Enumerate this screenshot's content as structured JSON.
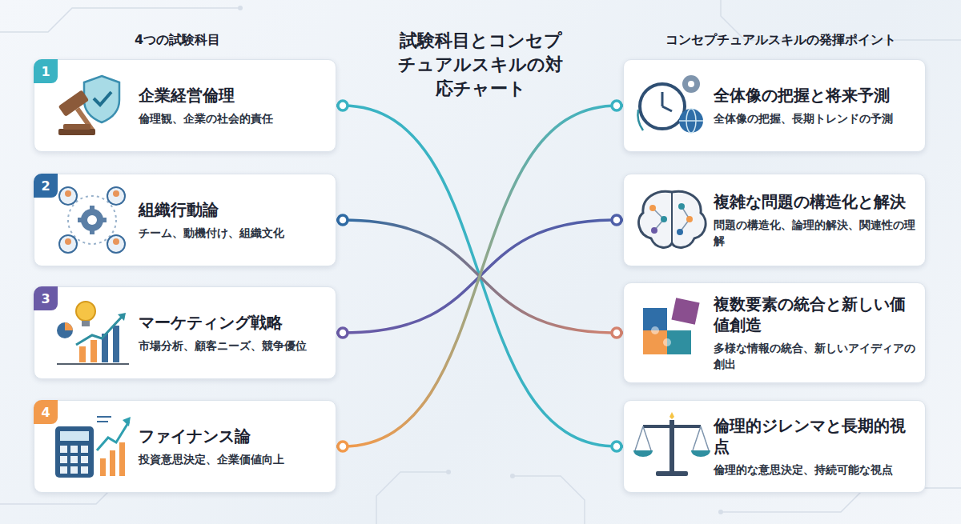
{
  "diagram": {
    "title": "試験科目とコンセプチュアルスキルの対応チャート",
    "nodes": [
      {
        "text": [
          "企業経営倫理",
          "倫理観、企業の社会的責任"
        ]
      },
      {
        "text": [
          "1"
        ],
        "in": 0
      },
      {
        "text": [
          "組織行動論",
          "チーム、動機付け、組織文化"
        ]
      },
      {
        "text": [
          "2"
        ],
        "in": 2
      },
      {
        "text": [
          "マーケティング戦略",
          "市場分析、顧客ニーズ、競争優位"
        ]
      },
      {
        "text": [
          "3"
        ],
        "in": 4
      },
      {
        "text": [
          "ファイナンス論",
          "投資意思決定、企業価値向上"
        ]
      },
      {
        "text": [
          "4"
        ],
        "in": 6
      },
      {
        "text": [
          "全体像の把握と将来予測",
          "全体像の把握、長期トレンドの予測"
        ]
      },
      {
        "text": [
          "複雑な問題の構造化と解決",
          "問題の構造化、論理的解決、関連性の理解"
        ]
      },
      {
        "text": [
          "複数要素の統合と新しい価値創造",
          "多様な情報の統合、新しいアイディアの創出"
        ]
      },
      {
        "text": [
          "倫理的ジレンマと長期的視点",
          "倫理的な意思決定、持続可能な視点"
        ]
      }
    ],
    "edges": [
      {
        "from": 0,
        "to": 11,
        "arrow": "none"
      },
      {
        "from": 2,
        "to": 10,
        "arrow": "none"
      },
      {
        "from": 4,
        "to": 9,
        "arrow": "none"
      },
      {
        "from": 6,
        "to": 8,
        "arrow": "none"
      }
    ],
    "labels": [
      "4つの試験科目",
      "コンセプチュアルスキルの発揮ポイント"
    ]
  }
}
